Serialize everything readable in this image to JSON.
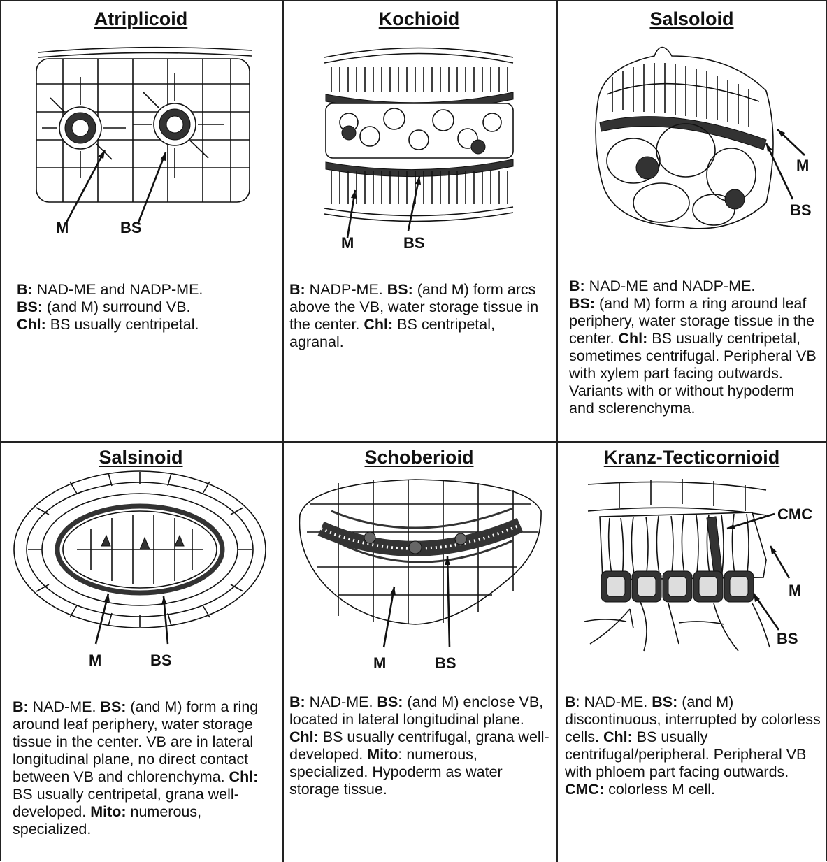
{
  "panels": [
    {
      "title": "Atriplicoid",
      "labels": {
        "m": "M",
        "bs": "BS"
      },
      "desc": [
        {
          "b": "B:",
          "t": " NAD-ME and NADP-ME."
        },
        {
          "b": "\nBS:",
          "t": " (and M) surround VB."
        },
        {
          "b": "\nChl:",
          "t": " BS usually centripetal."
        }
      ]
    },
    {
      "title": "Kochioid",
      "labels": {
        "m": "M",
        "bs": "BS"
      },
      "desc": [
        {
          "b": "B:",
          "t": " NADP-ME.  "
        },
        {
          "b": "BS:",
          "t": " (and M) form arcs above the VB, water storage tissue in the center.  "
        },
        {
          "b": "Chl:",
          "t": " BS centripetal, agranal."
        }
      ]
    },
    {
      "title": "Salsoloid",
      "labels": {
        "m": "M",
        "bs": "BS"
      },
      "desc": [
        {
          "b": "B:",
          "t": " NAD-ME and NADP-ME."
        },
        {
          "b": "\nBS:",
          "t": " (and M) form a ring around leaf periphery, water storage tissue in the center.  "
        },
        {
          "b": "Chl:",
          "t": " BS usually centripetal, sometimes centrifugal. Peripheral VB with xylem part facing outwards. Variants with or without hypoderm and sclerenchyma."
        }
      ]
    },
    {
      "title": "Salsinoid",
      "labels": {
        "m": "M",
        "bs": "BS"
      },
      "desc": [
        {
          "b": "B:",
          "t": " NAD-ME.  "
        },
        {
          "b": "BS:",
          "t": " (and M) form a ring around leaf periphery, water storage tissue in the center. VB are in lateral longitudinal plane, no direct contact between VB and chlorenchyma. "
        },
        {
          "b": "Chl:",
          "t": " BS usually centripetal, grana well-developed. "
        },
        {
          "b": "Mito:",
          "t": " numerous, specialized."
        }
      ]
    },
    {
      "title": "Schoberioid",
      "labels": {
        "m": "M",
        "bs": "BS"
      },
      "desc": [
        {
          "b": "B:",
          "t": " NAD-ME.  "
        },
        {
          "b": "BS:",
          "t": " (and M) enclose VB, located in lateral longitudinal plane. "
        },
        {
          "b": "Chl:",
          "t": " BS usually centrifugal, grana well-developed. "
        },
        {
          "b": "Mito",
          "t": ": numerous, specialized.  Hypoderm as water storage tissue."
        }
      ]
    },
    {
      "title": "Kranz-Tecticornioid",
      "labels": {
        "cmc": "CMC",
        "m": "M",
        "bs": "BS"
      },
      "desc": [
        {
          "b": "B",
          "t": ": NAD-ME.  "
        },
        {
          "b": "BS:",
          "t": " (and M) discontinuous, interrupted by colorless cells. "
        },
        {
          "b": "Chl:",
          "t": " BS usually centrifugal/peripheral. Peripheral VB with phloem part facing outwards.  "
        },
        {
          "b": "CMC:",
          "t": " colorless M cell."
        }
      ]
    }
  ]
}
